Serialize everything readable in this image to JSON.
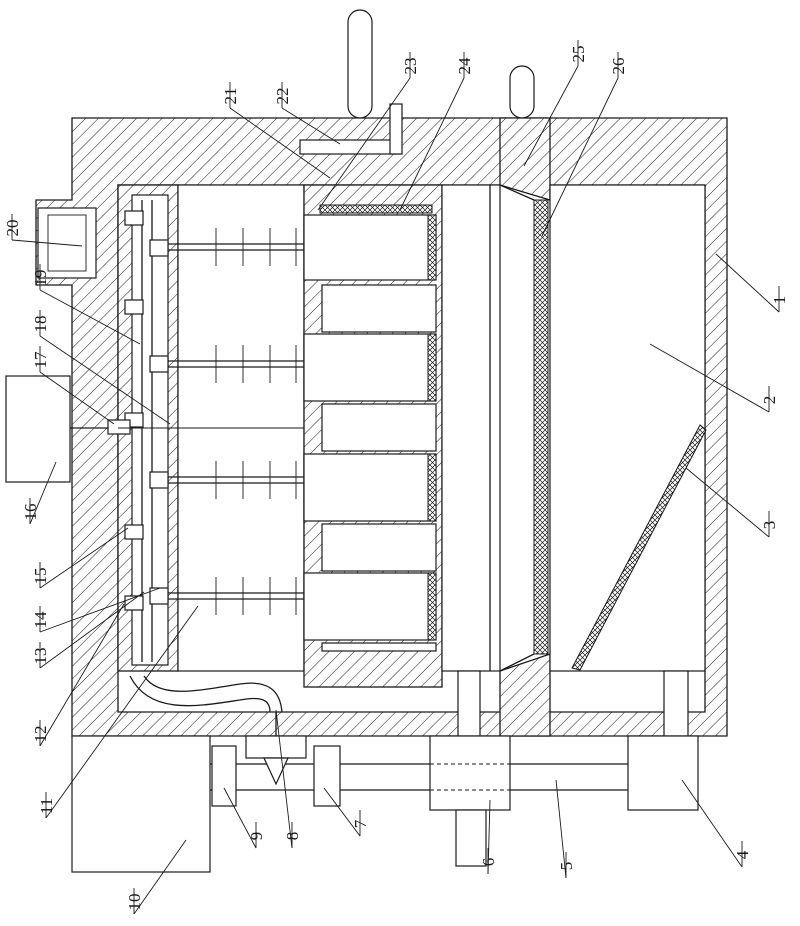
{
  "labels": [
    {
      "id": "1",
      "text": "1",
      "rot": -90
    },
    {
      "id": "2",
      "text": "2",
      "rot": -90
    },
    {
      "id": "3",
      "text": "3",
      "rot": -90
    },
    {
      "id": "4",
      "text": "4",
      "rot": -90
    },
    {
      "id": "5",
      "text": "5",
      "rot": -90
    },
    {
      "id": "6",
      "text": "6",
      "rot": -90
    },
    {
      "id": "7",
      "text": "7",
      "rot": -90
    },
    {
      "id": "8",
      "text": "8",
      "rot": -90
    },
    {
      "id": "9",
      "text": "9",
      "rot": -90
    },
    {
      "id": "10",
      "text": "10",
      "rot": -90
    },
    {
      "id": "11",
      "text": "11",
      "rot": -90
    },
    {
      "id": "12",
      "text": "12",
      "rot": -90
    },
    {
      "id": "13",
      "text": "13",
      "rot": -90
    },
    {
      "id": "14",
      "text": "14",
      "rot": -90
    },
    {
      "id": "15",
      "text": "15",
      "rot": -90
    },
    {
      "id": "16",
      "text": "16",
      "rot": -90
    },
    {
      "id": "17",
      "text": "17",
      "rot": -90
    },
    {
      "id": "18",
      "text": "18",
      "rot": -90
    },
    {
      "id": "19",
      "text": "19",
      "rot": -90
    },
    {
      "id": "20",
      "text": "20",
      "rot": -90
    },
    {
      "id": "21",
      "text": "21",
      "rot": -90
    },
    {
      "id": "22",
      "text": "22",
      "rot": -90
    },
    {
      "id": "23",
      "text": "23",
      "rot": -90
    },
    {
      "id": "24",
      "text": "24",
      "rot": -90
    },
    {
      "id": "25",
      "text": "25",
      "rot": -90
    },
    {
      "id": "26",
      "text": "26",
      "rot": -90
    }
  ]
}
